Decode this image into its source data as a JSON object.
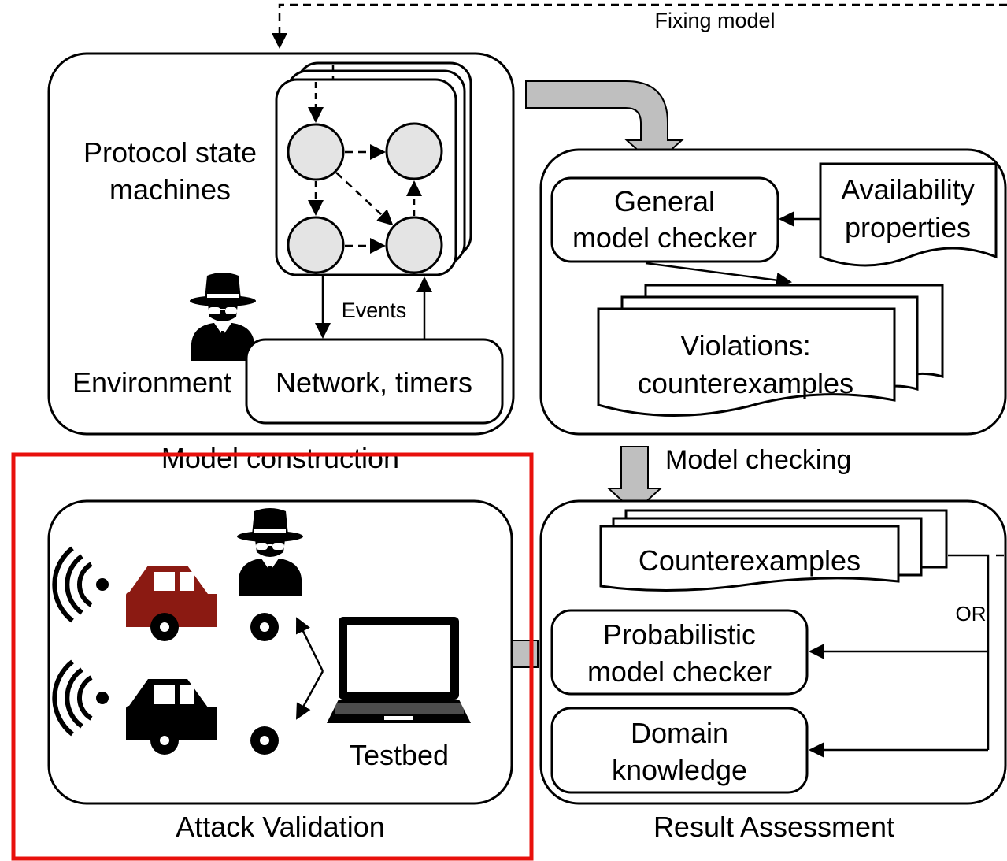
{
  "labels": {
    "fixing_model": "Fixing model",
    "protocol_state_machines_line1": "Protocol state",
    "protocol_state_machines_line2": "machines",
    "events": "Events",
    "environment": "Environment",
    "network_timers": "Network, timers",
    "model_construction": "Model construction",
    "general_model_checker_line1": "General",
    "general_model_checker_line2": "model checker",
    "availability_properties_line1": "Availability",
    "availability_properties_line2": "properties",
    "violations_line1": "Violations:",
    "violations_line2": "counterexamples",
    "model_checking": "Model checking",
    "counterexamples": "Counterexamples",
    "or": "OR",
    "probabilistic_model_checker_line1": "Probabilistic",
    "probabilistic_model_checker_line2": "model checker",
    "domain_knowledge_line1": "Domain",
    "domain_knowledge_line2": "knowledge",
    "testbed": "Testbed",
    "attack_validation": "Attack Validation",
    "result_assessment": "Result Assessment"
  },
  "colors": {
    "highlight": "#e8100c",
    "attacker_car": "#8b1a12",
    "victim_car": "#000000",
    "state_node_fill": "#e4e4e4",
    "block_arrow_fill": "#bfbfbf"
  },
  "icons": [
    "attacker-icon",
    "wifi-icon",
    "car-icon",
    "laptop-icon"
  ]
}
